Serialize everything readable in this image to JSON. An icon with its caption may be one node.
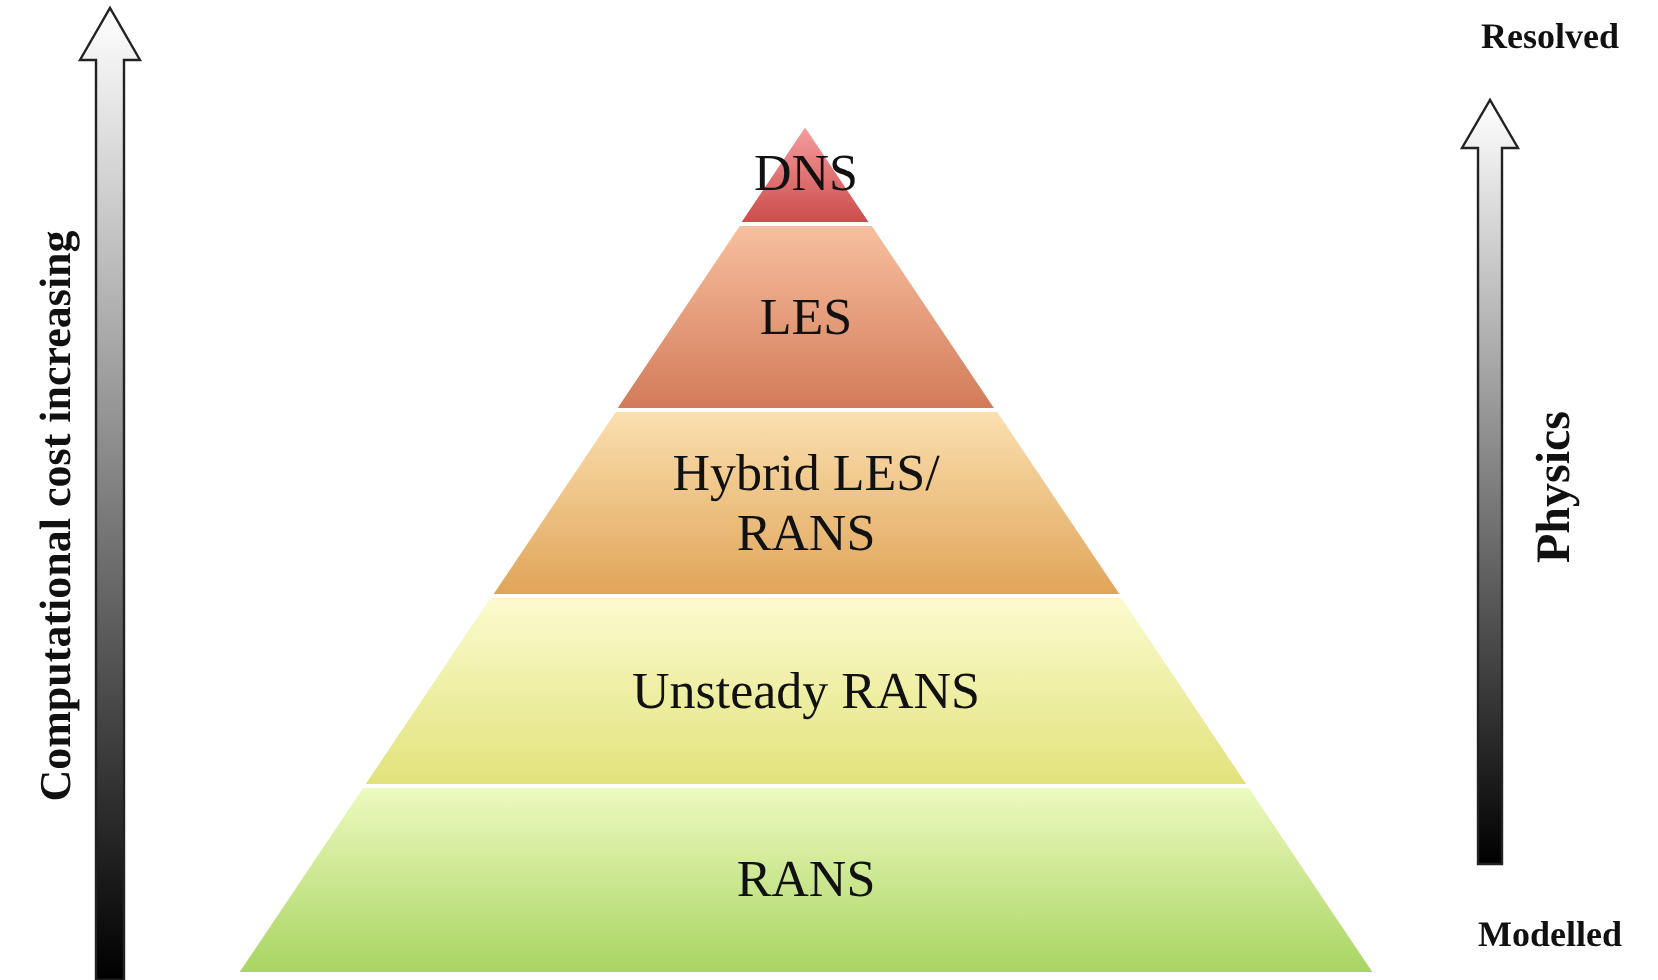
{
  "diagram": {
    "nodes": [
      {
        "text": [
          "DNS"
        ]
      },
      {
        "text": [
          "LES"
        ]
      },
      {
        "text": [
          "Hybrid LES/ RANS"
        ]
      },
      {
        "text": [
          "Unsteady RANS"
        ]
      },
      {
        "text": [
          "RANS"
        ]
      }
    ],
    "labels": [
      "Computational cost increasing",
      "Resolved",
      "Physics",
      "Modelled"
    ]
  }
}
